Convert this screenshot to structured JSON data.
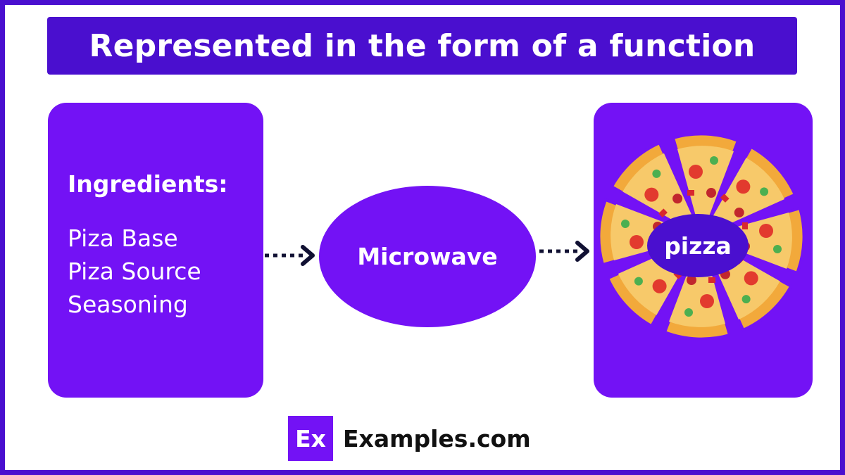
{
  "title": "Represented in the form of a function",
  "input": {
    "heading": "Ingredients:",
    "items": [
      "Piza Base",
      "Piza Source",
      "Seasoning"
    ]
  },
  "process": {
    "label": "Microwave"
  },
  "output": {
    "label": "pizza"
  },
  "footer": {
    "logo": "Ex",
    "brand": "Examples.com"
  },
  "colors": {
    "primary_dark": "#4a0fcf",
    "primary": "#7312f5",
    "arrow": "#111133",
    "crust": "#f2a93b",
    "cheese": "#f7c96a"
  }
}
